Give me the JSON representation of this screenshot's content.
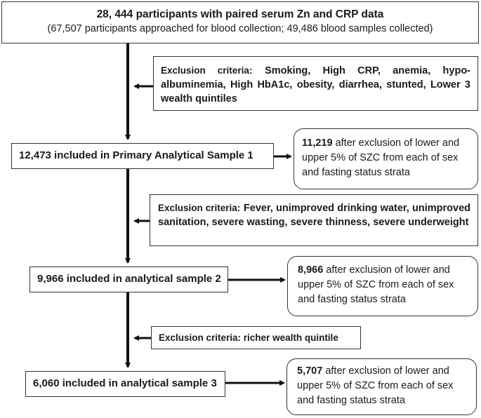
{
  "top_box": {
    "line1": "28, 444 participants with paired serum Zn and CRP data",
    "line2": "(67,507 participants approached for blood collection; 49,486 blood samples collected)"
  },
  "exclusion1": {
    "label": "Exclusion criteria:",
    "criteria": "Smoking, High CRP, anemia, hypo-albuminemia, High HbA1c, obesity, diarrhea, stunted, Lower 3 wealth quintiles"
  },
  "sample1": {
    "label": "12,473 included in Primary Analytical Sample 1",
    "result_count": "11,219",
    "result_text": "after exclusion of lower and upper 5% of SZC from each of sex and fasting status strata"
  },
  "exclusion2": {
    "label": "Exclusion criteria:",
    "criteria": "Fever, unimproved drinking water, unimproved sanitation, severe wasting, severe thinness, severe underweight"
  },
  "sample2": {
    "label": "9,966 included in analytical sample 2",
    "result_count": "8,966",
    "result_text": "after exclusion of lower and upper 5% of SZC from each of sex and fasting status strata"
  },
  "exclusion3": {
    "label": "Exclusion criteria: richer wealth quintile"
  },
  "sample3": {
    "label": "6,060 included in analytical sample 3",
    "result_count": "5,707",
    "result_text": "after exclusion of lower and upper 5% of SZC from each of sex and fasting status strata"
  }
}
